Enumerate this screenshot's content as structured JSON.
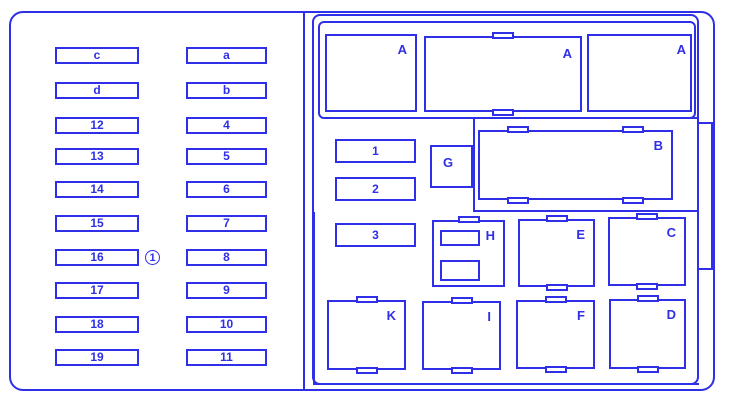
{
  "left_fuses": [
    "c",
    "d",
    "12",
    "13",
    "14",
    "15",
    "16",
    "17",
    "18",
    "19"
  ],
  "right_fuses": [
    "a",
    "b",
    "4",
    "5",
    "6",
    "7",
    "8",
    "9",
    "10",
    "11"
  ],
  "center_fuses": [
    "1",
    "2",
    "3"
  ],
  "marker": "1",
  "relays": {
    "A1": "A",
    "A2": "A",
    "A3": "A",
    "B": "B",
    "G": "G",
    "H": "H",
    "E": "E",
    "C": "C",
    "K": "K",
    "I": "I",
    "F": "F",
    "D": "D"
  },
  "colors": {
    "line": "#2f2fe8"
  }
}
